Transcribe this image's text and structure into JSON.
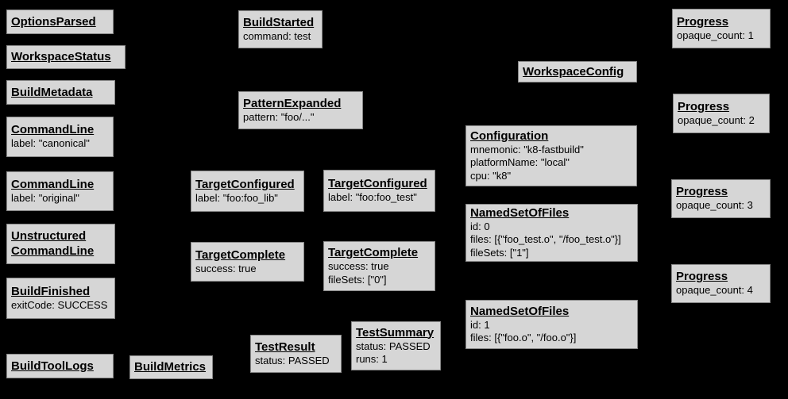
{
  "diagram": {
    "background_color": "#000000",
    "node_fill_color": "#d6d6d6",
    "node_border_color": "#878787",
    "node_text_color": "#000000",
    "description": "Build event protocol graph of gray event nodes on black background, no visible edges"
  },
  "nodes": [
    {
      "title": "OptionsParsed",
      "lines": []
    },
    {
      "title": "WorkspaceStatus",
      "lines": []
    },
    {
      "title": "BuildMetadata",
      "lines": []
    },
    {
      "title": "CommandLine",
      "lines": [
        "label: \"canonical\""
      ]
    },
    {
      "title": "CommandLine",
      "lines": [
        "label: \"original\""
      ]
    },
    {
      "title": "Unstructured CommandLine",
      "lines": []
    },
    {
      "title": "BuildFinished",
      "lines": [
        "exitCode: SUCCESS"
      ]
    },
    {
      "title": "BuildToolLogs",
      "lines": []
    },
    {
      "title": "BuildMetrics",
      "lines": []
    },
    {
      "title": "BuildStarted",
      "lines": [
        "command: test"
      ]
    },
    {
      "title": "PatternExpanded",
      "lines": [
        "pattern: \"foo/...\""
      ]
    },
    {
      "title": "TargetConfigured",
      "lines": [
        "label: \"foo:foo_lib\""
      ]
    },
    {
      "title": "TargetConfigured",
      "lines": [
        "label: \"foo:foo_test\""
      ]
    },
    {
      "title": "TargetComplete",
      "lines": [
        "success: true"
      ]
    },
    {
      "title": "TargetComplete",
      "lines": [
        "success: true",
        "fileSets: [\"0\"]"
      ]
    },
    {
      "title": "TestResult",
      "lines": [
        "status: PASSED"
      ]
    },
    {
      "title": "TestSummary",
      "lines": [
        "status: PASSED",
        "runs: 1"
      ]
    },
    {
      "title": "WorkspaceConfig",
      "lines": []
    },
    {
      "title": "Configuration",
      "lines": [
        "mnemonic: \"k8-fastbuild\"",
        "platformName: \"local\"",
        "cpu: \"k8\""
      ]
    },
    {
      "title": "NamedSetOfFiles",
      "lines": [
        "id: 0",
        "files: [{\"foo_test.o\", \"/foo_test.o\"}]",
        "fileSets: [\"1\"]"
      ]
    },
    {
      "title": "NamedSetOfFiles",
      "lines": [
        "id: 1",
        "files: [{\"foo.o\", \"/foo.o\"}]"
      ]
    },
    {
      "title": "Progress",
      "lines": [
        "opaque_count: 1"
      ]
    },
    {
      "title": "Progress",
      "lines": [
        "opaque_count: 2"
      ]
    },
    {
      "title": "Progress",
      "lines": [
        "opaque_count: 3"
      ]
    },
    {
      "title": "Progress",
      "lines": [
        "opaque_count: 4"
      ]
    }
  ]
}
